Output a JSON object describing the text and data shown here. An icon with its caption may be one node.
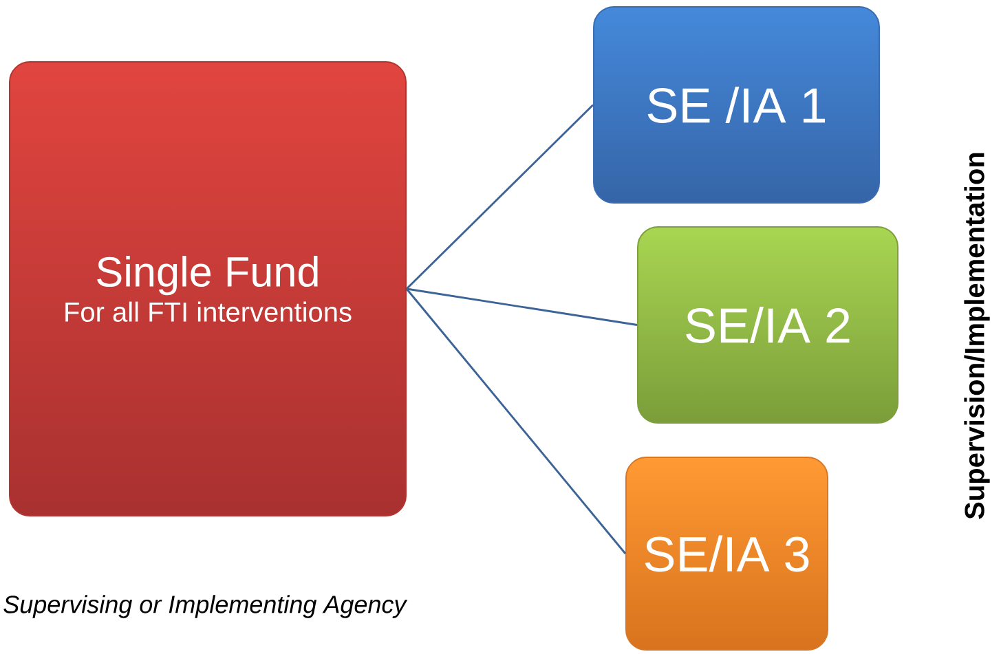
{
  "diagram": {
    "nodes": [
      {
        "text": [
          "Single Fund",
          "For all FTI interventions"
        ]
      },
      {
        "text": [
          "SE /IA 1"
        ]
      },
      {
        "text": [
          "SE/IA 2"
        ]
      },
      {
        "text": [
          "SE/IA 3"
        ]
      }
    ],
    "edges": [
      {
        "from": 0,
        "to": 1,
        "arrow": "none"
      },
      {
        "from": 0,
        "to": 2,
        "arrow": "none"
      },
      {
        "from": 0,
        "to": 3,
        "arrow": "none"
      }
    ],
    "labels": [
      "Supervising or Implementing Agency",
      "Supervision/Implementation"
    ]
  }
}
